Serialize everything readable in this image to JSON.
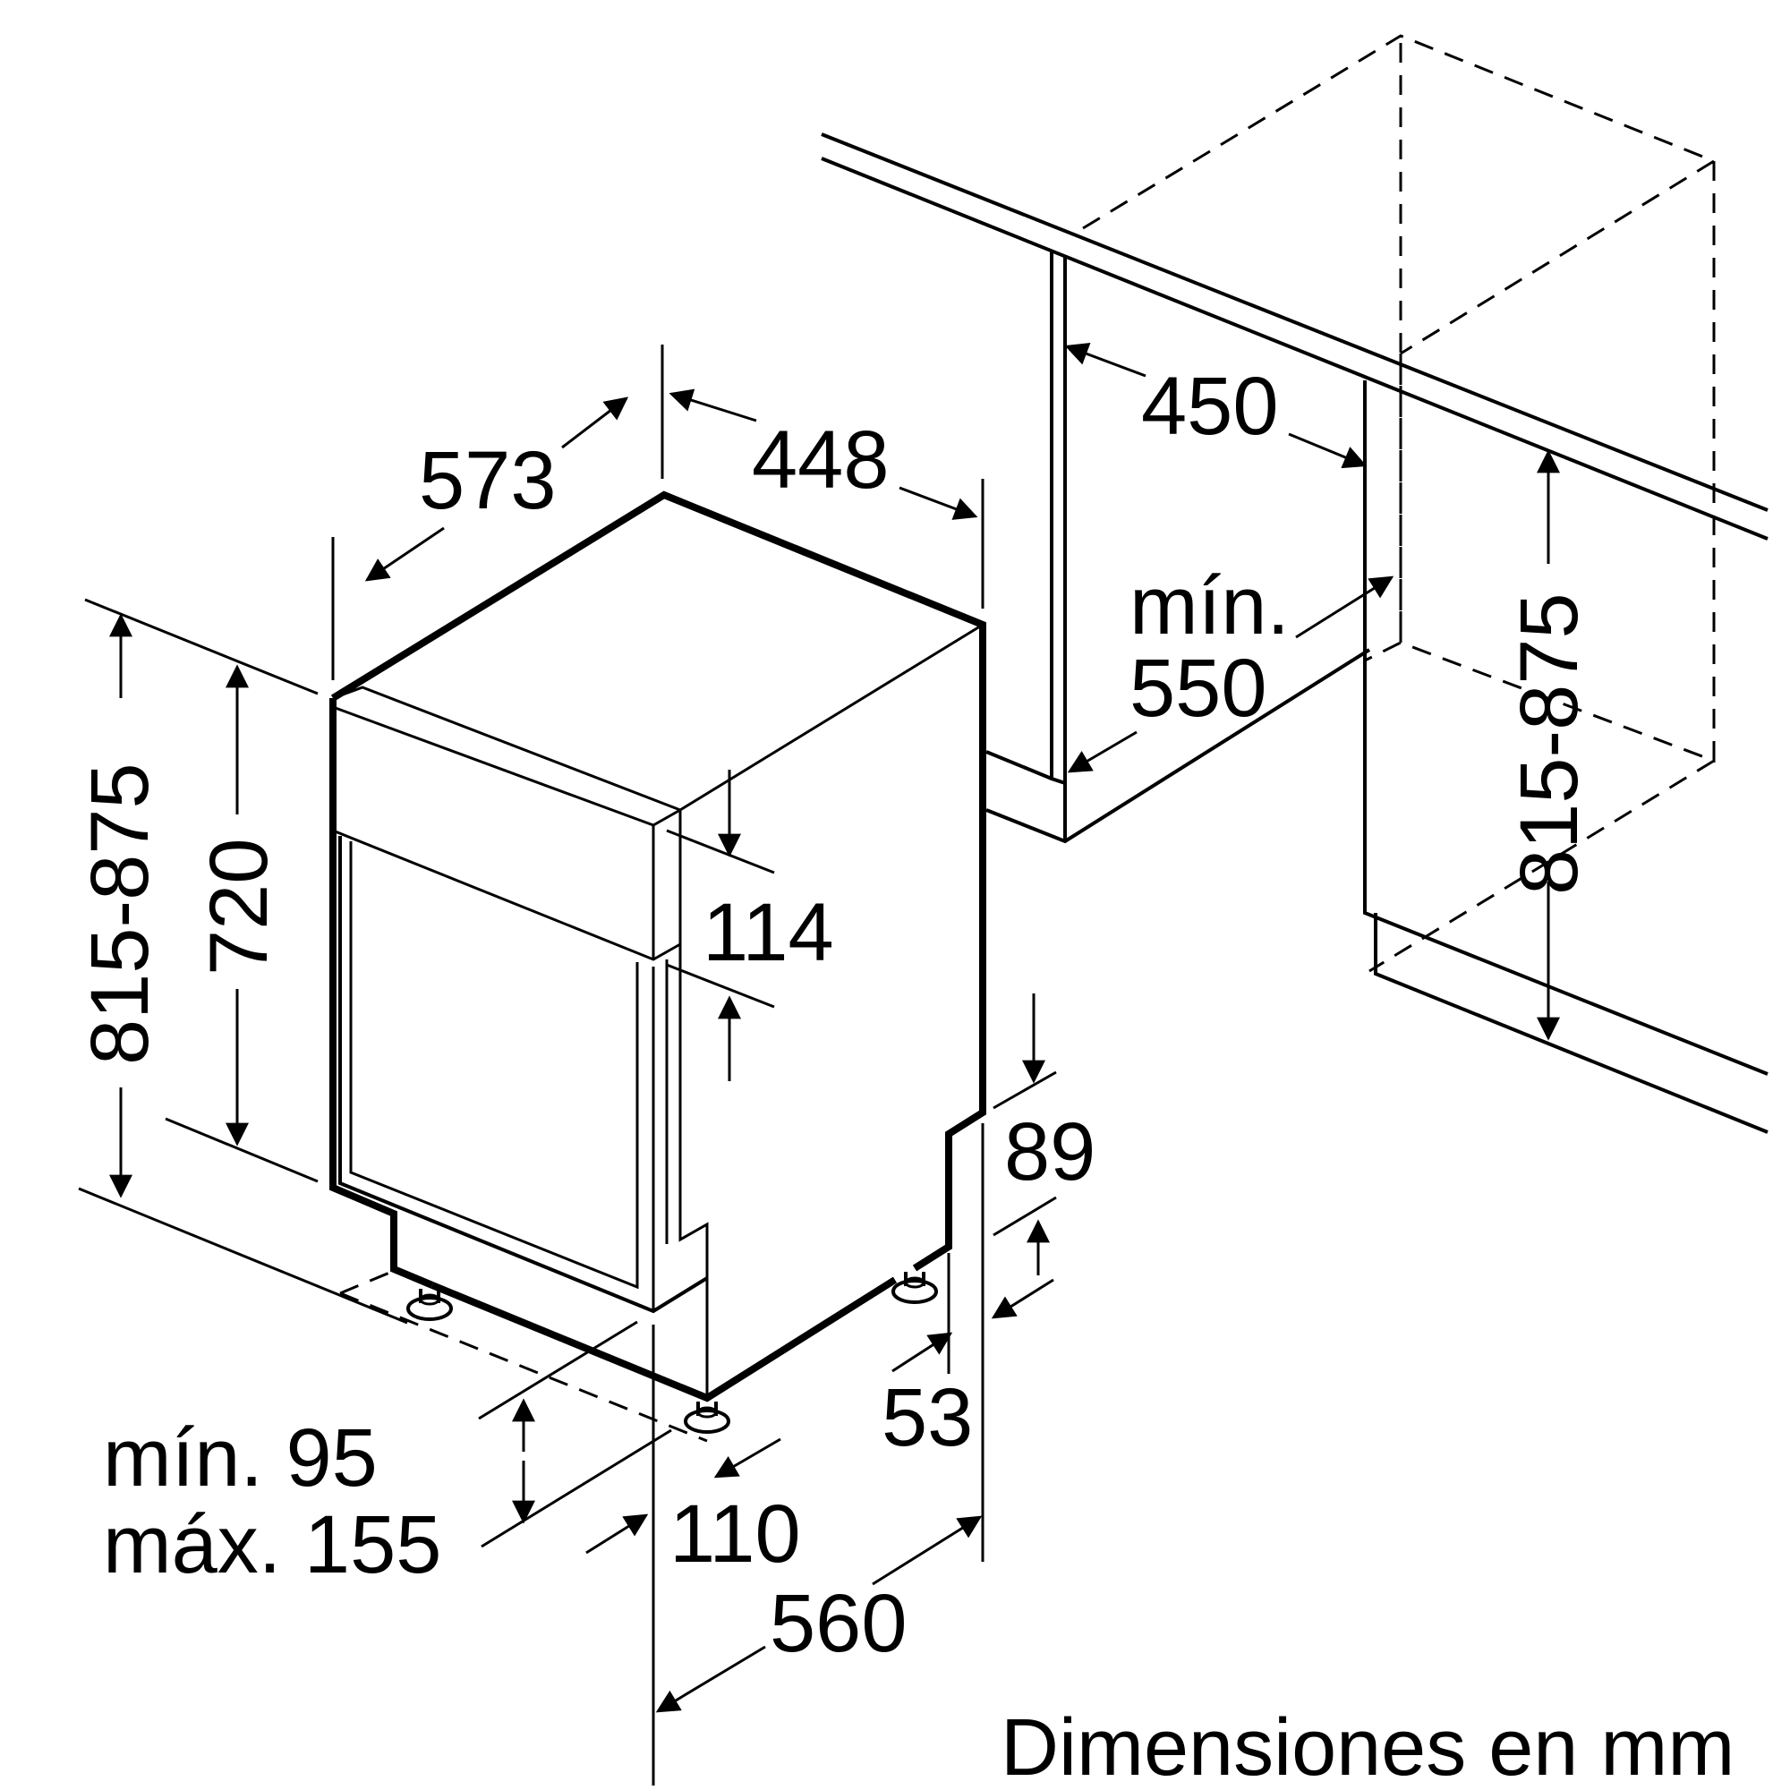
{
  "dimensions": {
    "depth_573": "573",
    "width_448": "448",
    "cabinet_width_450": "450",
    "min_label": "mín.",
    "min_depth_550": "550",
    "height_range_left": "815-875",
    "height_720": "720",
    "panel_114": "114",
    "plinth_89": "89",
    "foot_53": "53",
    "min_95": "mín. 95",
    "max_155": "máx. 155",
    "foot_offset_110": "110",
    "depth_560": "560",
    "height_range_right": "815-875"
  },
  "caption": "Dimensiones en mm"
}
